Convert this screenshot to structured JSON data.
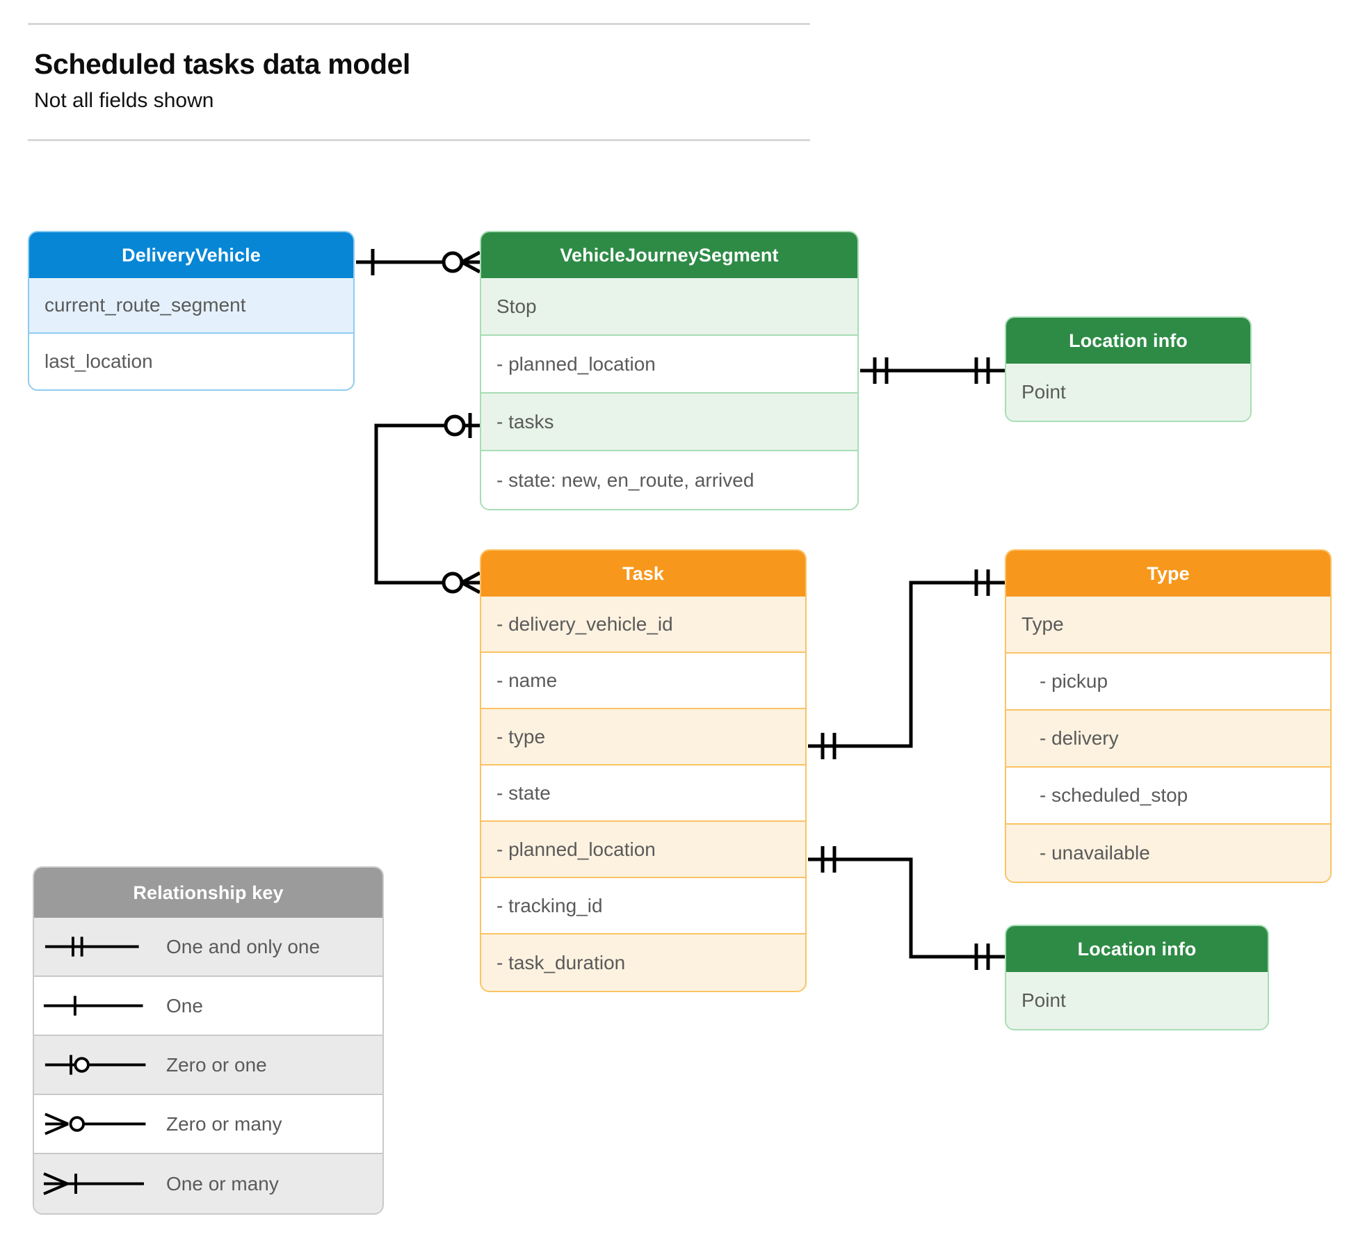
{
  "header": {
    "title": "Scheduled tasks data model",
    "subtitle": "Not all fields shown"
  },
  "colors": {
    "blue": "#0786D6",
    "blue_row": "#E4F1FC",
    "blue_border": "#8ECBF0",
    "green": "#2E8B46",
    "green_row": "#E8F4EA",
    "green_border": "#A8DDB5",
    "orange": "#F7971C",
    "orange_row": "#FDF2E0",
    "orange_border": "#FBC264",
    "gray": "#9B9B9B",
    "gray_row": "#EAEAEA",
    "text": "#5A5A5A",
    "connector": "#000000"
  },
  "entities": {
    "delivery_vehicle": {
      "title": "DeliveryVehicle",
      "rows": [
        "current_route_segment",
        "last_location"
      ]
    },
    "vehicle_journey_segment": {
      "title": "VehicleJourneySegment",
      "rows": [
        "Stop",
        "-  planned_location",
        "- tasks",
        "- state: new, en_route, arrived"
      ]
    },
    "location_info_top": {
      "title": "Location info",
      "rows": [
        "Point"
      ]
    },
    "task": {
      "title": "Task",
      "rows": [
        "- delivery_vehicle_id",
        "- name",
        "- type",
        "- state",
        "- planned_location",
        "- tracking_id",
        "- task_duration"
      ]
    },
    "type": {
      "title": "Type",
      "rows": [
        "Type",
        "-   pickup",
        "-   delivery",
        "-   scheduled_stop",
        "-   unavailable"
      ]
    },
    "location_info_bottom": {
      "title": "Location info",
      "rows": [
        "Point"
      ]
    }
  },
  "legend": {
    "title": "Relationship key",
    "items": [
      {
        "symbol": "one-and-only-one",
        "label": "One and only one"
      },
      {
        "symbol": "one",
        "label": "One"
      },
      {
        "symbol": "zero-or-one",
        "label": "Zero or one"
      },
      {
        "symbol": "zero-or-many",
        "label": "Zero or many"
      },
      {
        "symbol": "one-or-many",
        "label": "One or many"
      }
    ]
  },
  "relationships": [
    {
      "name": "deliveryvehicle-to-vehiclejourneysegment",
      "from": "DeliveryVehicle",
      "from_cardinality": "one",
      "to": "VehicleJourneySegment",
      "to_cardinality": "zero-or-many"
    },
    {
      "name": "vehiclejourneysegment-planned-location-to-location-info",
      "from": "VehicleJourneySegment.planned_location",
      "from_cardinality": "one-and-only-one",
      "to": "Location info",
      "to_cardinality": "one-and-only-one"
    },
    {
      "name": "vehiclejourneysegment-tasks-to-task",
      "from": "VehicleJourneySegment.tasks",
      "from_cardinality": "zero-or-one",
      "to": "Task",
      "to_cardinality": "zero-or-many"
    },
    {
      "name": "task-type-to-type",
      "from": "Task.type",
      "from_cardinality": "one-and-only-one",
      "to": "Type",
      "to_cardinality": "one-and-only-one"
    },
    {
      "name": "task-planned-location-to-location-info",
      "from": "Task.planned_location",
      "from_cardinality": "one-and-only-one",
      "to": "Location info",
      "to_cardinality": "one-and-only-one"
    }
  ]
}
